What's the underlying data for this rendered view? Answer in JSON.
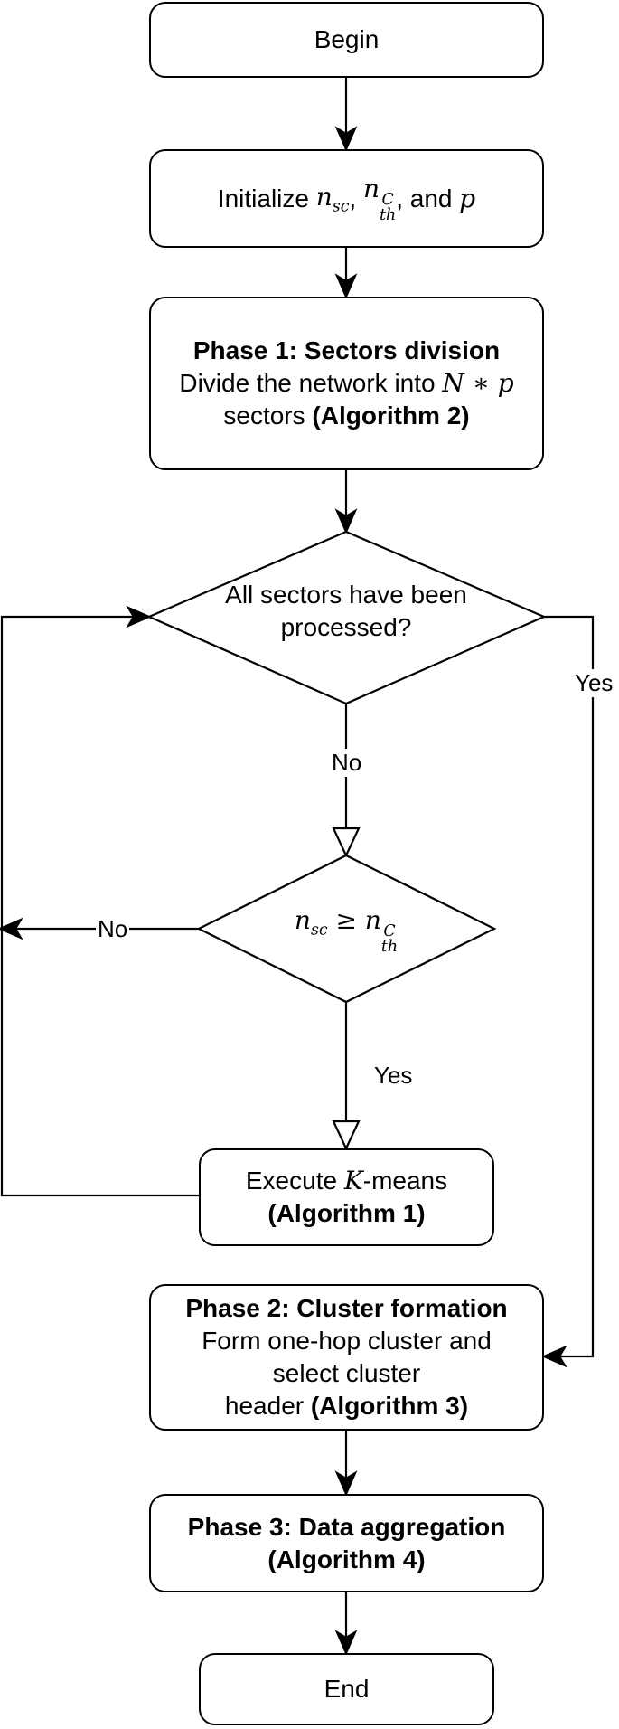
{
  "nodes": {
    "begin": {
      "text": "Begin"
    },
    "init": {
      "prefix": "Initialize ",
      "var1": "n",
      "var1_sub": "sc",
      "sep1": ", ",
      "var2": "n",
      "var2_sup": "C",
      "var2_sub": "th",
      "sep2": ", and ",
      "var3": "p"
    },
    "phase1": {
      "title": "Phase 1: Sectors division",
      "line2_text": "Divide the network into ",
      "line2_math": "N ∗ p",
      "line3_text": "sectors ",
      "line3_bold": "(Algorithm 2)"
    },
    "decision1": {
      "line1": "All sectors have been",
      "line2": "processed?"
    },
    "decision2": {
      "var1": "n",
      "var1_sub": "sc",
      "op": " ≥ ",
      "var2": "n",
      "var2_sup": "C",
      "var2_sub": "th"
    },
    "kmeans": {
      "text1": "Execute ",
      "math": "K",
      "text2": "-means",
      "bold": "(Algorithm 1)"
    },
    "phase2": {
      "title": "Phase 2: Cluster formation",
      "line2": "Form one-hop cluster and",
      "line3": "select cluster",
      "line4_text": "header ",
      "line4_bold": "(Algorithm 3)"
    },
    "phase3": {
      "title": "Phase 3: Data aggregation",
      "line2": "(Algorithm 4)"
    },
    "end": {
      "text": "End"
    }
  },
  "edge_labels": {
    "d1_no": "No",
    "d1_yes": "Yes",
    "d2_no": "No",
    "d2_yes": "Yes"
  }
}
